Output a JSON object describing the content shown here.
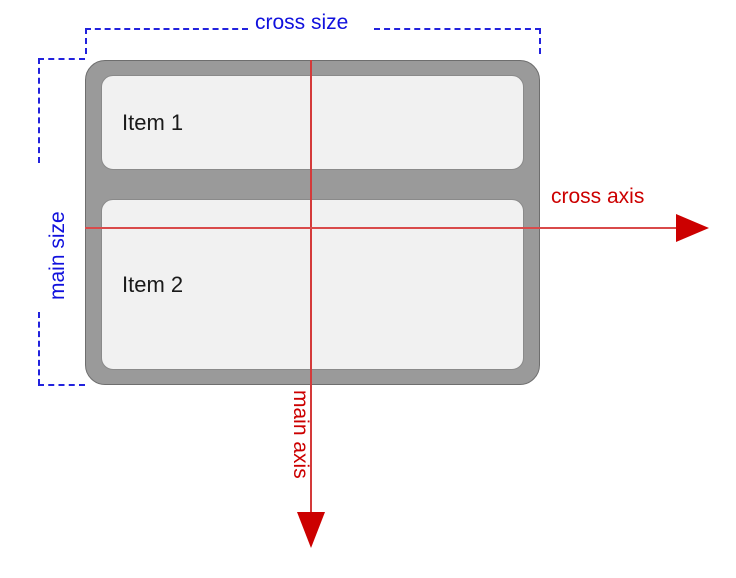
{
  "diagram": {
    "title": "flexbox main axis and cross axis diagram",
    "colors": {
      "container_fill": "#9a9a9a",
      "container_border": "#6e6e6e",
      "item_fill": "#f1f1f1",
      "item_border": "#8a8a8a",
      "axis_red": "#cc0000",
      "axis_line_red": "#d94a4a",
      "measure_blue": "#1111dd",
      "background": "#ffffff",
      "item_text": "#1a1a1a"
    },
    "container": {
      "name": "flex-container",
      "direction": "column"
    },
    "items": [
      {
        "label": "Item 1"
      },
      {
        "label": "Item 2"
      }
    ],
    "axes": [
      {
        "key": "cross",
        "label": "cross axis",
        "orientation": "horizontal",
        "direction": "right"
      },
      {
        "key": "main",
        "label": "main axis",
        "orientation": "vertical",
        "direction": "down"
      }
    ],
    "measurements": [
      {
        "key": "cross_size",
        "label": "cross size",
        "orientation": "horizontal"
      },
      {
        "key": "main_size",
        "label": "main size",
        "orientation": "vertical"
      }
    ]
  }
}
